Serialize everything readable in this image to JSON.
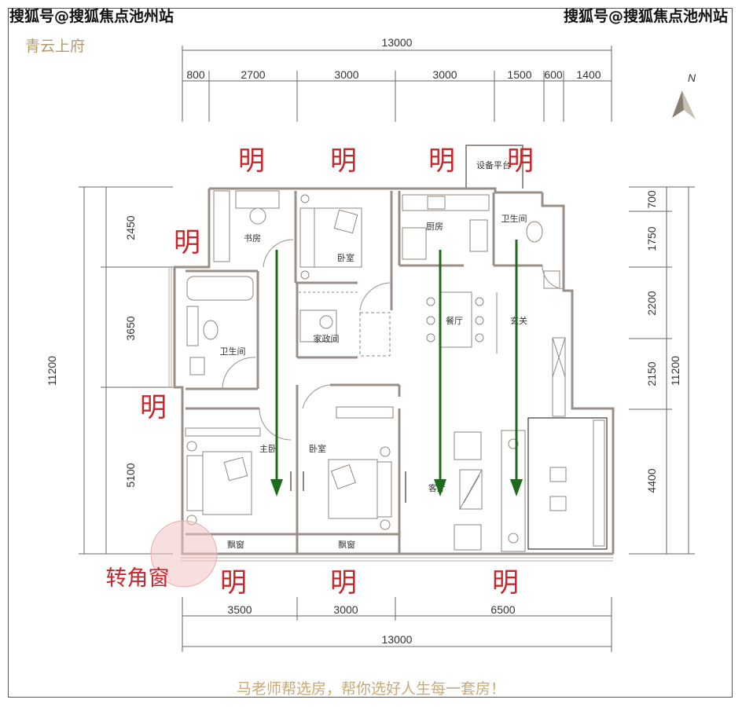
{
  "header": {
    "watermark_left": "搜狐号@搜狐焦点池州站",
    "watermark_right": "搜狐号@搜狐焦点池州站",
    "project_name": "青云上府"
  },
  "footer": {
    "slogan": "马老师帮选房，帮你选好人生每一套房！"
  },
  "compass": {
    "label": "N"
  },
  "dimensions": {
    "top_total": "13000",
    "top_segments": [
      "800",
      "2700",
      "3000",
      "3000",
      "1500",
      "600",
      "1400"
    ],
    "bottom_total": "13000",
    "bottom_segments": [
      "3500",
      "3000",
      "6500"
    ],
    "left_total": "11200",
    "left_segments": [
      "2450",
      "3650",
      "5100"
    ],
    "right_total": "11200",
    "right_segments": [
      "700",
      "1750",
      "2200",
      "2150",
      "4400"
    ]
  },
  "rooms": {
    "study": "书房",
    "bedroom_north": "卧室",
    "kitchen": "厨房",
    "bathroom_east": "卫生间",
    "equipment": "设备平台",
    "bathroom_west": "卫生间",
    "housekeeping": "家政间",
    "dining": "餐厅",
    "entrance": "玄关",
    "master_bedroom": "主卧",
    "bedroom_south": "卧室",
    "living": "客厅",
    "bay_window_1": "飘窗",
    "bay_window_2": "飘窗"
  },
  "annotations": {
    "ming": "明",
    "corner_window": "转角窗"
  },
  "colors": {
    "annotation_red": "#c8262b",
    "arrow_green": "#1e6b1e",
    "wall": "#9a8f86",
    "highlight_circle": "#f1c4c4",
    "project_gold": "#b39a6e"
  }
}
